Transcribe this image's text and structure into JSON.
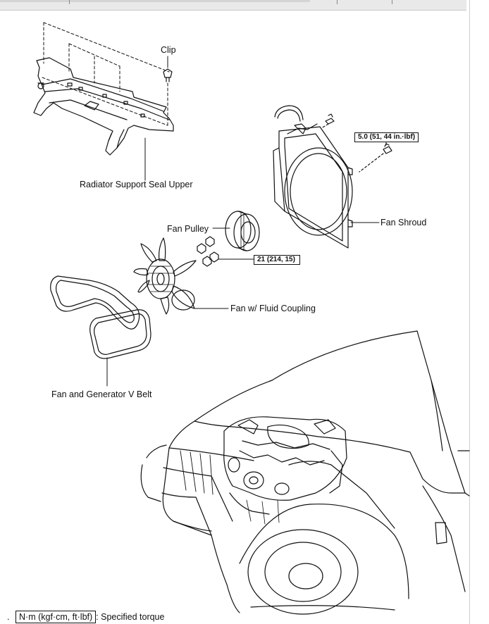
{
  "labels": {
    "clip": "Clip",
    "radiator_support_seal_upper": "Radiator Support Seal Upper",
    "fan_shroud": "Fan Shroud",
    "fan_pulley": "Fan Pulley",
    "fan_fluid_coupling": "Fan w/ Fluid Coupling",
    "fan_generator_belt": "Fan and Generator V Belt"
  },
  "torque": {
    "shroud_bolt": "5.0 (51, 44 in.·lbf)",
    "fan_nut": "21 (214, 15)"
  },
  "legend": {
    "bullet": ".",
    "unit": "N·m (kgf·cm, ft·lbf)",
    "text": ": Specified torque"
  },
  "icons": {
    "legend_bullet": "dot-bullet"
  }
}
